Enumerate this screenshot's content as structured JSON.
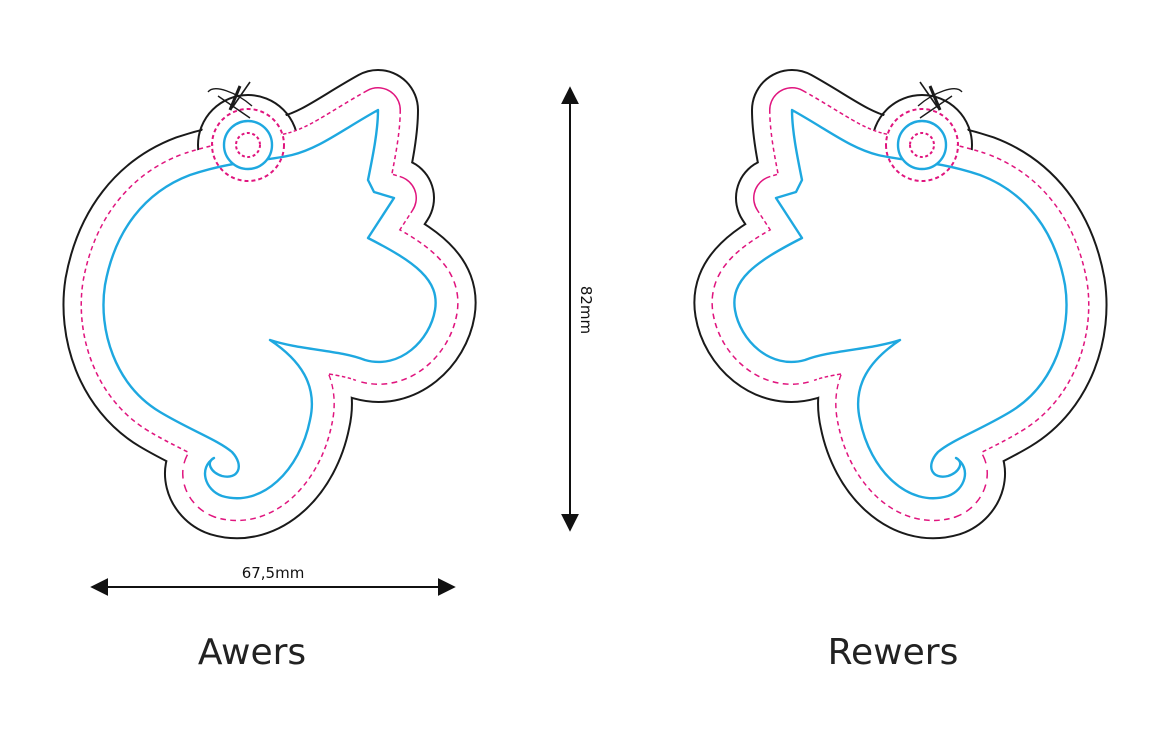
{
  "width_label": "67,5mm",
  "height_label": "82mm",
  "front_label": "Awers",
  "back_label": "Rewers",
  "colors": {
    "outline": "#1a1a1a",
    "bleed_line": "#e0157e",
    "cut_line": "#1ea8e0",
    "dimension": "#111111"
  }
}
